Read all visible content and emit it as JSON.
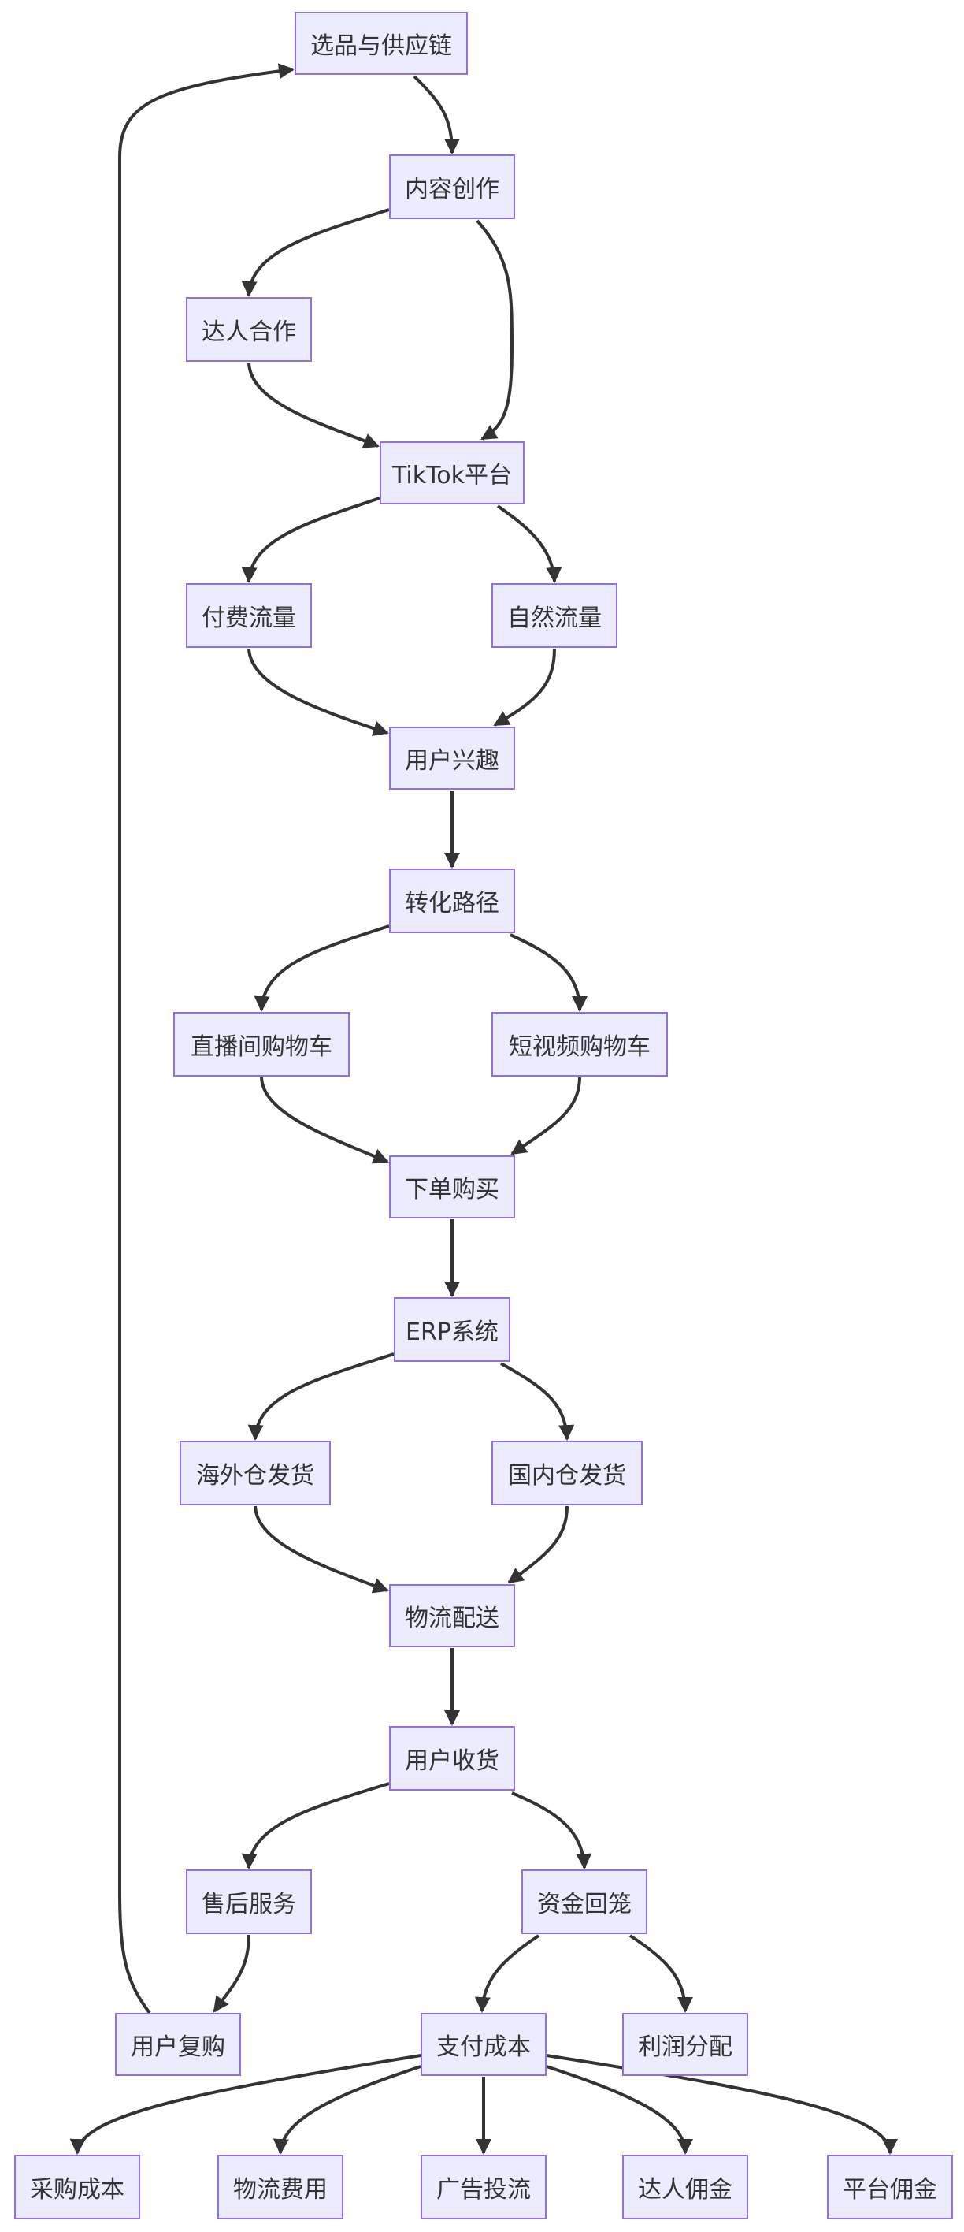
{
  "diagram": {
    "type": "flowchart",
    "colors": {
      "node_fill": "#ececff",
      "node_border": "#9370db",
      "edge": "#333333",
      "text": "#333333"
    },
    "nodes": {
      "sourcing": "选品与供应链",
      "content": "内容创作",
      "influencer": "达人合作",
      "tiktok": "TikTok平台",
      "paid_traffic": "付费流量",
      "organic_traffic": "自然流量",
      "user_interest": "用户兴趣",
      "conversion_path": "转化路径",
      "live_cart": "直播间购物车",
      "video_cart": "短视频购物车",
      "order": "下单购买",
      "erp": "ERP系统",
      "overseas_wh": "海外仓发货",
      "domestic_wh": "国内仓发货",
      "logistics": "物流配送",
      "receipt": "用户收货",
      "after_sales": "售后服务",
      "fund_return": "资金回笼",
      "repurchase": "用户复购",
      "payment_cost": "支付成本",
      "profit": "利润分配",
      "purchase_cost": "采购成本",
      "logistics_fee": "物流费用",
      "ad_spend": "广告投流",
      "influencer_commission": "达人佣金",
      "platform_commission": "平台佣金"
    },
    "edges": [
      [
        "sourcing",
        "content"
      ],
      [
        "content",
        "influencer"
      ],
      [
        "content",
        "tiktok"
      ],
      [
        "influencer",
        "tiktok"
      ],
      [
        "tiktok",
        "paid_traffic"
      ],
      [
        "tiktok",
        "organic_traffic"
      ],
      [
        "paid_traffic",
        "user_interest"
      ],
      [
        "organic_traffic",
        "user_interest"
      ],
      [
        "user_interest",
        "conversion_path"
      ],
      [
        "conversion_path",
        "live_cart"
      ],
      [
        "conversion_path",
        "video_cart"
      ],
      [
        "live_cart",
        "order"
      ],
      [
        "video_cart",
        "order"
      ],
      [
        "order",
        "erp"
      ],
      [
        "erp",
        "overseas_wh"
      ],
      [
        "erp",
        "domestic_wh"
      ],
      [
        "overseas_wh",
        "logistics"
      ],
      [
        "domestic_wh",
        "logistics"
      ],
      [
        "logistics",
        "receipt"
      ],
      [
        "receipt",
        "after_sales"
      ],
      [
        "receipt",
        "fund_return"
      ],
      [
        "after_sales",
        "repurchase"
      ],
      [
        "repurchase",
        "sourcing"
      ],
      [
        "fund_return",
        "payment_cost"
      ],
      [
        "fund_return",
        "profit"
      ],
      [
        "payment_cost",
        "purchase_cost"
      ],
      [
        "payment_cost",
        "logistics_fee"
      ],
      [
        "payment_cost",
        "ad_spend"
      ],
      [
        "payment_cost",
        "influencer_commission"
      ],
      [
        "payment_cost",
        "platform_commission"
      ]
    ]
  }
}
